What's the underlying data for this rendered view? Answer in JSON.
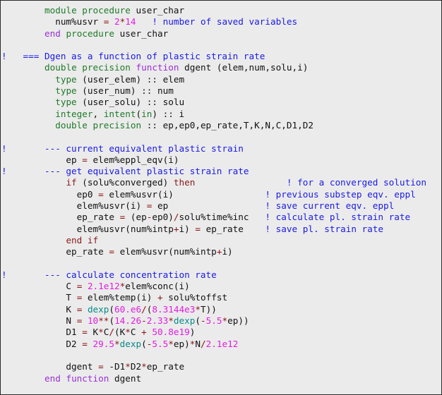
{
  "colors": {
    "keyword": "#1f7a2a",
    "purple_keyword": "#9a2fd6",
    "comment": "#1a1ae6",
    "operator": "#8b1010",
    "number": "#e21ce0",
    "intrinsic": "#0a8a8a",
    "control": "#8b1a1a",
    "background": "#ebebeb"
  },
  "lines": [
    [
      [
        "t",
        "        "
      ],
      [
        "k",
        "module procedure"
      ],
      [
        "t",
        " user_char"
      ]
    ],
    [
      [
        "t",
        "          num%usvr "
      ],
      [
        "o",
        "="
      ],
      [
        "t",
        " "
      ],
      [
        "n",
        "2"
      ],
      [
        "o",
        "*"
      ],
      [
        "n",
        "14"
      ],
      [
        "c",
        "   ! number of saved variables"
      ]
    ],
    [
      [
        "t",
        "        "
      ],
      [
        "p",
        "end"
      ],
      [
        "t",
        " "
      ],
      [
        "k",
        "procedure"
      ],
      [
        "t",
        " user_char"
      ]
    ],
    [],
    [
      [
        "c",
        "!   === Dgen as a function of plastic strain rate"
      ]
    ],
    [
      [
        "t",
        "        "
      ],
      [
        "k",
        "double precision"
      ],
      [
        "t",
        " "
      ],
      [
        "p",
        "function"
      ],
      [
        "t",
        " dgent (elem,num,solu,i)"
      ]
    ],
    [
      [
        "t",
        "          "
      ],
      [
        "k",
        "type"
      ],
      [
        "t",
        " (user_elem) :: elem"
      ]
    ],
    [
      [
        "t",
        "          "
      ],
      [
        "k",
        "type"
      ],
      [
        "t",
        " (user_num) :: num"
      ]
    ],
    [
      [
        "t",
        "          "
      ],
      [
        "k",
        "type"
      ],
      [
        "t",
        " (user_solu) :: solu"
      ]
    ],
    [
      [
        "t",
        "          "
      ],
      [
        "k",
        "integer"
      ],
      [
        "t",
        ", "
      ],
      [
        "k",
        "intent"
      ],
      [
        "t",
        "("
      ],
      [
        "k",
        "in"
      ],
      [
        "t",
        ") :: i"
      ]
    ],
    [
      [
        "t",
        "          "
      ],
      [
        "k",
        "double precision"
      ],
      [
        "t",
        " :: ep,ep0,ep_rate,T,K,N,C,D1,D2"
      ]
    ],
    [],
    [
      [
        "c",
        "!       --- current equivalent plastic strain"
      ]
    ],
    [
      [
        "t",
        "            ep "
      ],
      [
        "o",
        "="
      ],
      [
        "t",
        " elem%eppl_eqv(i)"
      ]
    ],
    [
      [
        "c",
        "!       --- get equivalent plastic strain rate"
      ]
    ],
    [
      [
        "t",
        "            "
      ],
      [
        "r",
        "if"
      ],
      [
        "t",
        " (solu%converged) "
      ],
      [
        "r",
        "then"
      ],
      [
        "c",
        "                 ! for a converged solution"
      ]
    ],
    [
      [
        "t",
        "              ep0 "
      ],
      [
        "o",
        "="
      ],
      [
        "t",
        " elem%usvr(i)"
      ],
      [
        "c",
        "                 ! previous substep eqv. eppl"
      ]
    ],
    [
      [
        "t",
        "              elem%usvr(i) "
      ],
      [
        "o",
        "="
      ],
      [
        "t",
        " ep"
      ],
      [
        "c",
        "                  ! save current eqv. eppl"
      ]
    ],
    [
      [
        "t",
        "              ep_rate "
      ],
      [
        "o",
        "="
      ],
      [
        "t",
        " (ep"
      ],
      [
        "o",
        "-"
      ],
      [
        "t",
        "ep0)"
      ],
      [
        "o",
        "/"
      ],
      [
        "t",
        "solu%time%inc"
      ],
      [
        "c",
        "   ! calculate pl. strain rate"
      ]
    ],
    [
      [
        "t",
        "              elem%usvr(num%intp"
      ],
      [
        "o",
        "+"
      ],
      [
        "t",
        "i) "
      ],
      [
        "o",
        "="
      ],
      [
        "t",
        " ep_rate"
      ],
      [
        "c",
        "    ! save pl. strain rate"
      ]
    ],
    [
      [
        "t",
        "            "
      ],
      [
        "r",
        "end if"
      ]
    ],
    [
      [
        "t",
        "            ep_rate "
      ],
      [
        "o",
        "="
      ],
      [
        "t",
        " elem%usvr(num%intp"
      ],
      [
        "o",
        "+"
      ],
      [
        "t",
        "i)"
      ]
    ],
    [],
    [
      [
        "c",
        "!       --- calculate concentration rate"
      ]
    ],
    [
      [
        "t",
        "            C "
      ],
      [
        "o",
        "="
      ],
      [
        "t",
        " "
      ],
      [
        "n",
        "2.1e12"
      ],
      [
        "o",
        "*"
      ],
      [
        "t",
        "elem%conc(i)"
      ]
    ],
    [
      [
        "t",
        "            T "
      ],
      [
        "o",
        "="
      ],
      [
        "t",
        " elem%temp(i) "
      ],
      [
        "o",
        "+"
      ],
      [
        "t",
        " solu%toffst"
      ]
    ],
    [
      [
        "t",
        "            K "
      ],
      [
        "o",
        "="
      ],
      [
        "t",
        " "
      ],
      [
        "f",
        "dexp"
      ],
      [
        "t",
        "("
      ],
      [
        "n",
        "60.e6"
      ],
      [
        "o",
        "/"
      ],
      [
        "t",
        "("
      ],
      [
        "n",
        "8.3144e3"
      ],
      [
        "o",
        "*"
      ],
      [
        "t",
        "T))"
      ]
    ],
    [
      [
        "t",
        "            N "
      ],
      [
        "o",
        "="
      ],
      [
        "t",
        " "
      ],
      [
        "n",
        "10"
      ],
      [
        "o",
        "**"
      ],
      [
        "t",
        "("
      ],
      [
        "n",
        "14.26"
      ],
      [
        "o",
        "-"
      ],
      [
        "n",
        "2.33"
      ],
      [
        "o",
        "*"
      ],
      [
        "f",
        "dexp"
      ],
      [
        "t",
        "("
      ],
      [
        "o",
        "-"
      ],
      [
        "n",
        "5.5"
      ],
      [
        "o",
        "*"
      ],
      [
        "t",
        "ep))"
      ]
    ],
    [
      [
        "t",
        "            D1 "
      ],
      [
        "o",
        "="
      ],
      [
        "t",
        " K"
      ],
      [
        "o",
        "*"
      ],
      [
        "t",
        "C"
      ],
      [
        "o",
        "/"
      ],
      [
        "t",
        "(K"
      ],
      [
        "o",
        "*"
      ],
      [
        "t",
        "C "
      ],
      [
        "o",
        "+"
      ],
      [
        "t",
        " "
      ],
      [
        "n",
        "50.8e19"
      ],
      [
        "t",
        ")"
      ]
    ],
    [
      [
        "t",
        "            D2 "
      ],
      [
        "o",
        "="
      ],
      [
        "t",
        " "
      ],
      [
        "n",
        "29.5"
      ],
      [
        "o",
        "*"
      ],
      [
        "f",
        "dexp"
      ],
      [
        "t",
        "("
      ],
      [
        "o",
        "-"
      ],
      [
        "n",
        "5.5"
      ],
      [
        "o",
        "*"
      ],
      [
        "t",
        "ep)"
      ],
      [
        "o",
        "*"
      ],
      [
        "t",
        "N"
      ],
      [
        "o",
        "/"
      ],
      [
        "n",
        "2.1e12"
      ]
    ],
    [],
    [
      [
        "t",
        "            dgent "
      ],
      [
        "o",
        "="
      ],
      [
        "t",
        " -D1"
      ],
      [
        "o",
        "*"
      ],
      [
        "t",
        "D2"
      ],
      [
        "o",
        "*"
      ],
      [
        "t",
        "ep_rate"
      ]
    ],
    [
      [
        "t",
        "        "
      ],
      [
        "p",
        "end function"
      ],
      [
        "t",
        " dgent"
      ]
    ]
  ]
}
